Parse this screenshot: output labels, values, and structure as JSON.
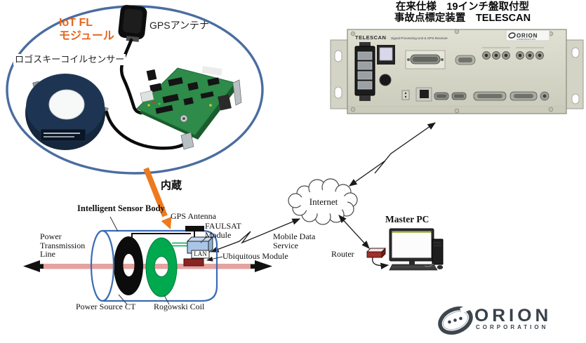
{
  "iot_module": {
    "title_line1": "IoT FL",
    "title_line2": "モジュール",
    "gps_antenna_label": "GPSアンテナ",
    "rogowski_sensor_label": "ロゴスキーコイルセンサー",
    "builtin_label": "内蔵"
  },
  "telescan": {
    "heading_line1": "在来仕様　19インチ盤取付型",
    "heading_line2": "事故点標定装置　TELESCAN",
    "panel_title": "TELESCAN",
    "panel_subtitle": "Signal Processing Unit & GPS Receiver",
    "panel_logo_name": "ORION",
    "panel_logo_sub": "CORPORATION"
  },
  "sensor": {
    "body_label": "Intelligent Sensor Body",
    "power_line_label": "Power\nTransmission\nLine",
    "gps_antenna_label": "GPS Antenna",
    "faulsat_label": "FAULSAT\nModule",
    "lan_label": "LAN",
    "ubiquitous_label": "Ubiquitous Module",
    "power_ct_label": "Power Source CT",
    "rogowski_label": "Rogowski Coil"
  },
  "network": {
    "internet_label": "Internet",
    "mobile_data_label": "Mobile Data\nService",
    "master_pc_label": "Master PC",
    "router_label": "Router"
  },
  "logo": {
    "name": "ORION",
    "subtitle": "CORPORATION"
  },
  "colors": {
    "accent_orange": "#e8651c",
    "ellipse_blue": "#4a6da0",
    "coil_green": "#00a84e",
    "power_line_pink": "#e4a3a0",
    "faulsat_blue": "#a9c6e9",
    "ubiquitous_red": "#8b2423",
    "router_red": "#a03028",
    "panel_beige": "#dadacd"
  }
}
